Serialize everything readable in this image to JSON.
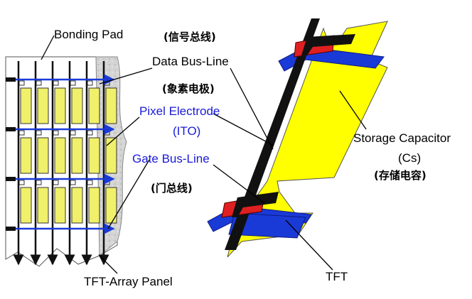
{
  "labels": {
    "bonding_pad": "Bonding Pad",
    "signal_bus_cn": "(信号总线)",
    "data_bus_line": "Data Bus-Line",
    "pixel_electrode_cn": "(象素电极)",
    "pixel_electrode": "Pixel Electrode",
    "ito": "(ITO)",
    "gate_bus_line": "Gate Bus-Line",
    "gate_line_cn": "(门总线)",
    "tft_array_panel": "TFT-Array Panel",
    "storage_capacitor": "Storage Capacitor",
    "cs": "(Cs)",
    "storage_capacitor_cn": "(存储电容)",
    "tft": "TFT"
  },
  "colors": {
    "pixel_yellow": "#f0f06a",
    "electrode_yellow": "#ffff00",
    "gate_blue": "#1a3ad8",
    "blue_text": "#1a1ad8",
    "tft_red": "#e02020",
    "data_line_black": "#111111",
    "panel_edge_gray": "#c8c8c8"
  },
  "panel": {
    "rows": 3,
    "columns": 6
  }
}
